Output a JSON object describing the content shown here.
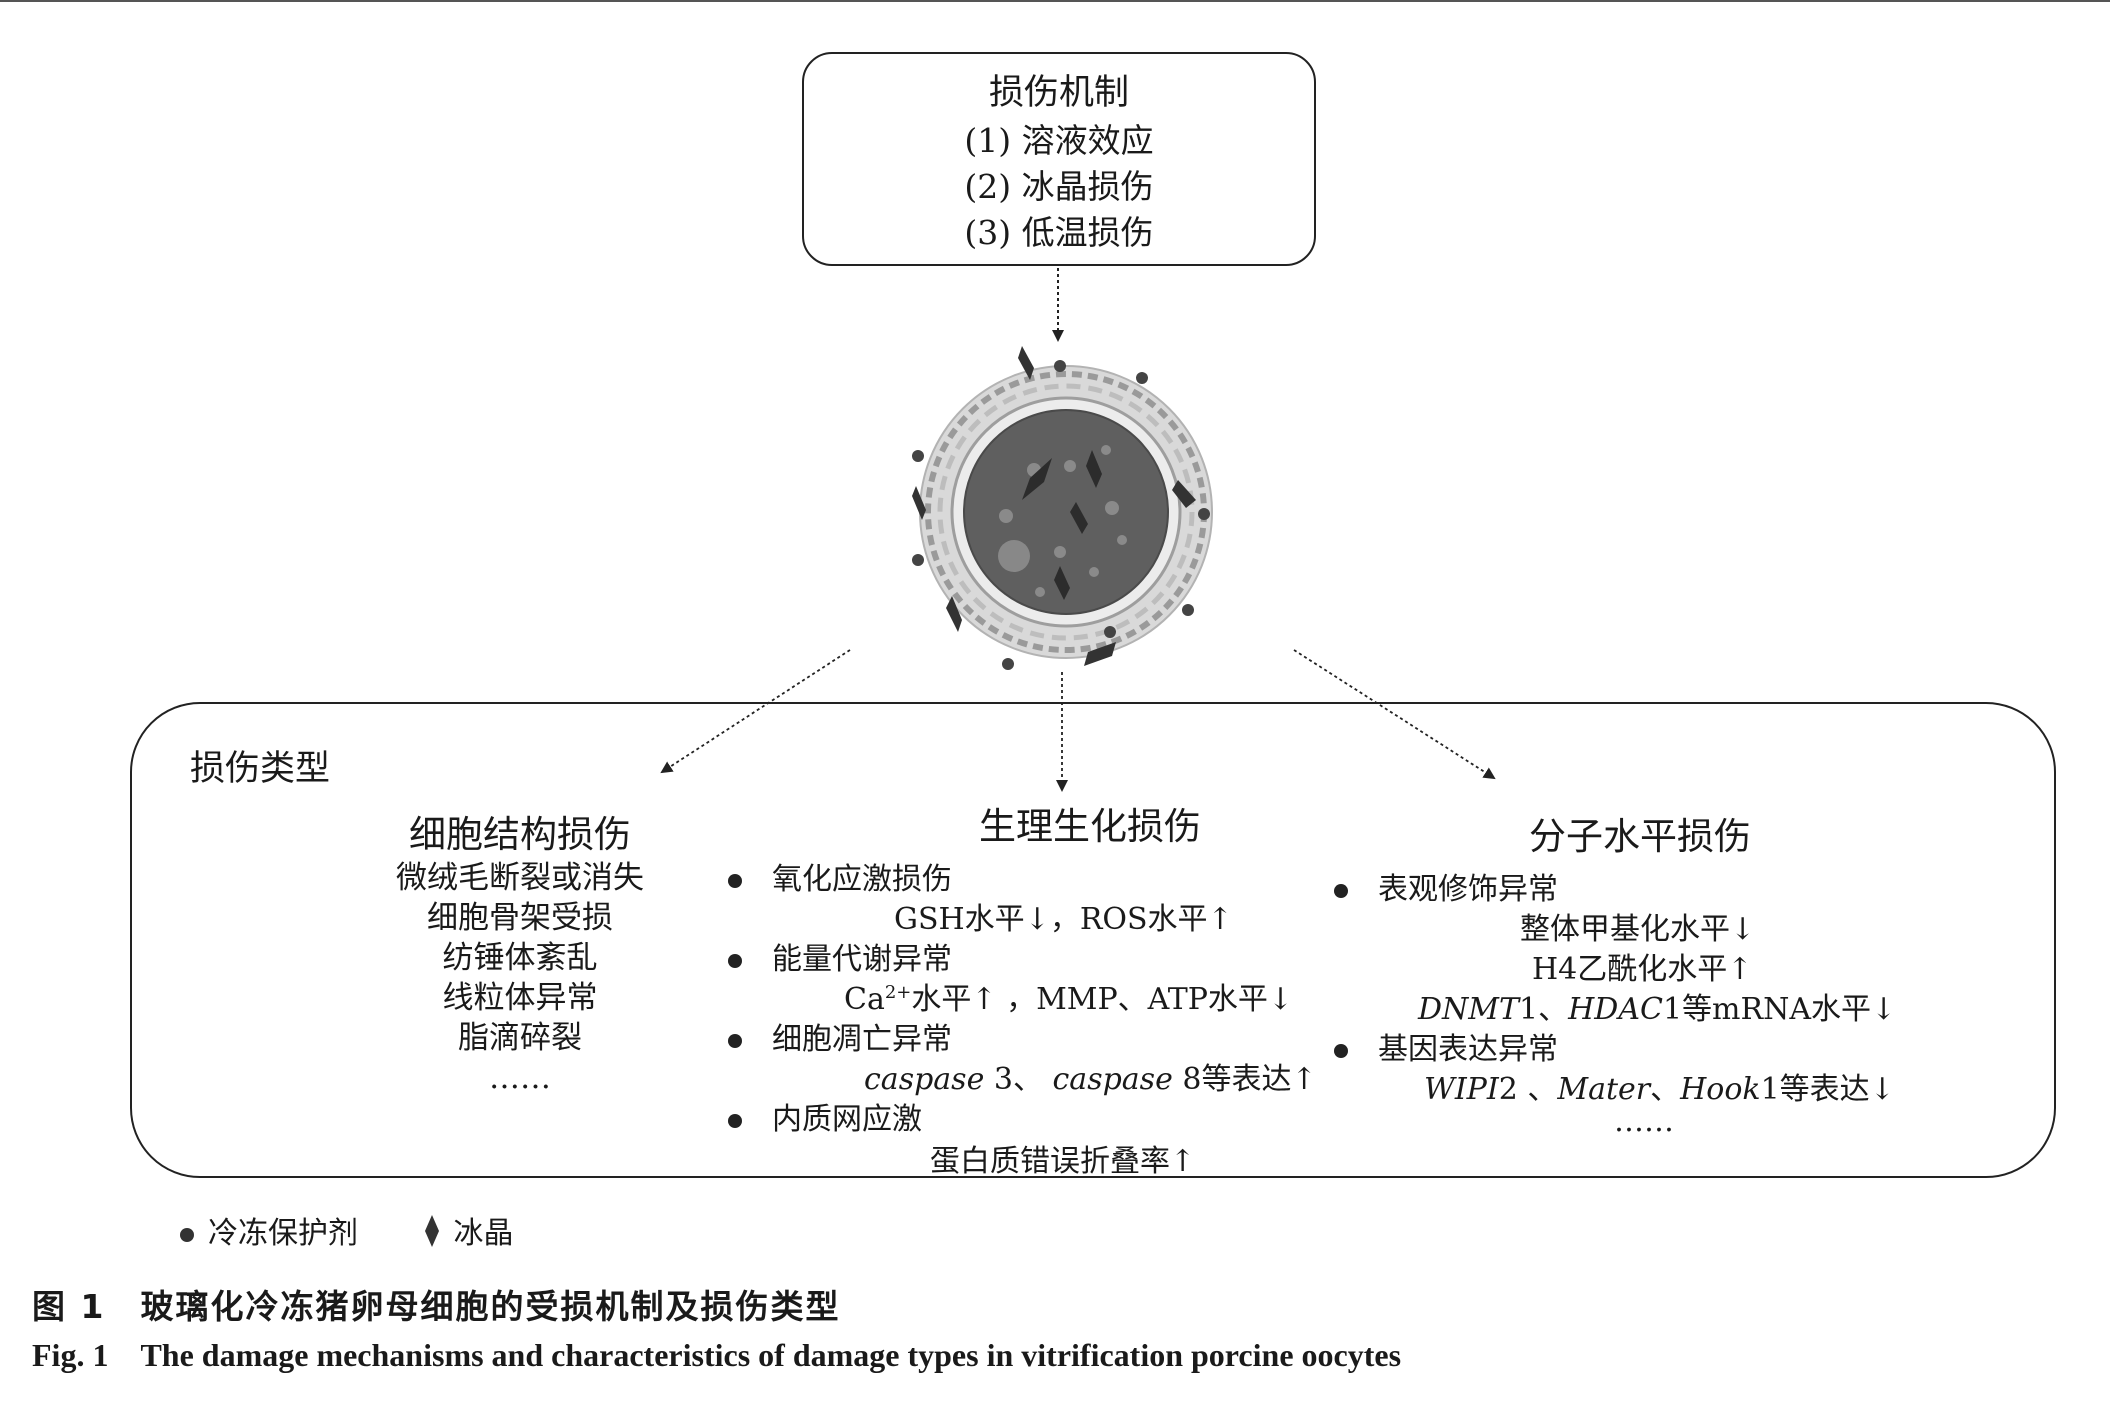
{
  "mechanism": {
    "title": "损伤机制",
    "items": [
      "(1) 溶液效应",
      "(2) 冰晶损伤",
      "(3) 低温损伤"
    ]
  },
  "damage_types": {
    "title": "损伤类型",
    "structure": {
      "title": "细胞结构损伤",
      "items": [
        "微绒毛断裂或消失",
        "细胞骨架受损",
        "纺锤体紊乱",
        "线粒体异常",
        "脂滴碎裂",
        "……"
      ]
    },
    "biochem": {
      "title": "生理生化损伤",
      "bullet1": "氧化应激损伤",
      "line1": "GSH水平↓，ROS水平↑",
      "bullet2": "能量代谢异常",
      "line2_ca": "Ca",
      "line2_sup": "2+",
      "line2_rest": "水平↑ ，MMP、ATP水平↓",
      "bullet3": "细胞凋亡异常",
      "line3_g1": "caspase",
      "line3_n1": " 3、 ",
      "line3_g2": "caspase",
      "line3_n2": " 8等表达↑",
      "bullet4": "内质网应激",
      "line4": "蛋白质错误折叠率↑"
    },
    "molecular": {
      "title": "分子水平损伤",
      "bullet1": "表观修饰异常",
      "line1": "整体甲基化水平↓",
      "line2": "H4乙酰化水平↑",
      "line3_g1": "DNMT",
      "line3_n1": "1、",
      "line3_g2": "HDAC",
      "line3_n2": "1等mRNA水平↓",
      "bullet2": "基因表达异常",
      "line4_g1": "WIPI",
      "line4_n1": "2 、",
      "line4_g2": "Mater",
      "line4_n2": "、",
      "line4_g3": "Hook",
      "line4_n3": "1等表达↓",
      "ellipsis": "……"
    }
  },
  "legend": {
    "cpa": "冷冻保护剂",
    "ice": "冰晶"
  },
  "caption": {
    "cn": "图 1　玻璃化冷冻猪卵母细胞的受损机制及损伤类型",
    "en": "Fig. 1　The damage mechanisms and characteristics of damage types in vitrification porcine oocytes"
  },
  "colors": {
    "line": "#222222",
    "cell_inner": "#5f5f5f",
    "cell_ring": "#a8a8a8",
    "organelle": "#8a8a8a",
    "ice": "#333333"
  }
}
